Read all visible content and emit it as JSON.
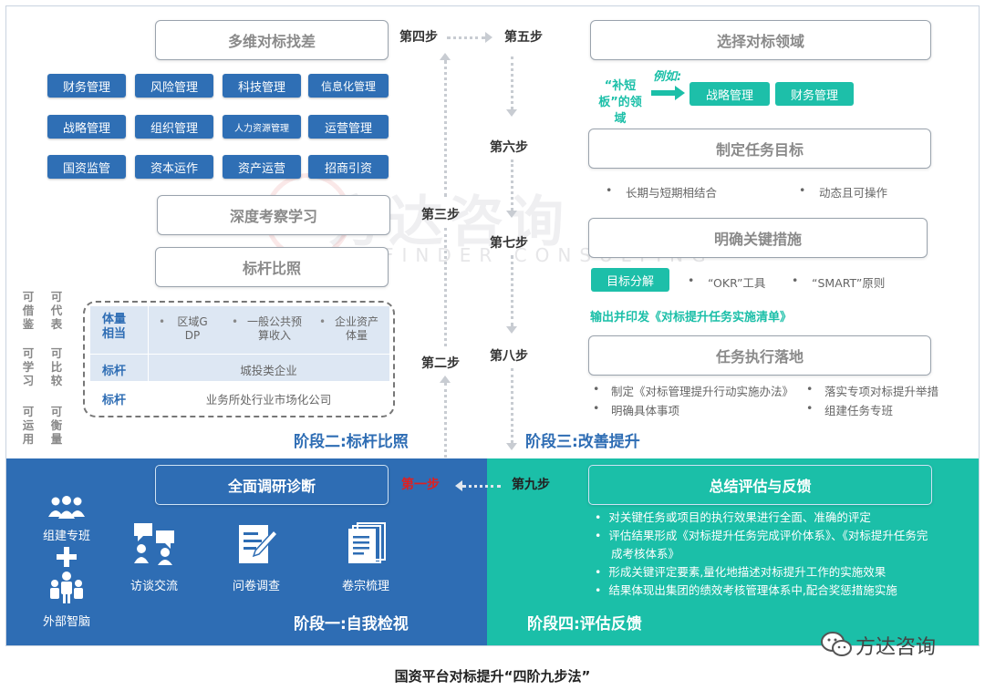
{
  "steps": {
    "s1": "第一步",
    "s2": "第二步",
    "s3": "第三步",
    "s4": "第四步",
    "s5": "第五步",
    "s6": "第六步",
    "s7": "第七步",
    "s8": "第八步",
    "s9": "第九步"
  },
  "boxes": {
    "multi_gap": "多维对标找差",
    "deep_study": "深度考察学习",
    "benchmark": "标杆比照",
    "choose_field": "选择对标领域",
    "set_goal": "制定任务目标",
    "key_measures": "明确关键措施",
    "execute": "任务执行落地",
    "survey": "全面调研诊断",
    "summary": "总结评估与反馈"
  },
  "mgmt_tags": [
    [
      "财务管理",
      "风险管理",
      "科技管理",
      "信息化管理"
    ],
    [
      "战略管理",
      "组织管理",
      "人力资源管理",
      "运营管理"
    ],
    [
      "国资监管",
      "资本运作",
      "资产运营",
      "招商引资"
    ]
  ],
  "left_side": {
    "col1": [
      "可借鉴",
      "可学习",
      "可运用"
    ],
    "col2": [
      "可代表",
      "可比较",
      "可衡量"
    ]
  },
  "bench_table": {
    "row1_label": "体量相当",
    "row1_items": [
      "区域GDP",
      "一般公共预算收入",
      "企业资产体量"
    ],
    "row2_label": "标杆",
    "row2_value": "城投类企业",
    "row3_label": "标杆",
    "row3_value": "业务所处行业市场化公司"
  },
  "field": {
    "weak": "“补短板”的领域",
    "example": "例如:",
    "tags": [
      "战略管理",
      "财务管理"
    ]
  },
  "goal_bullets": [
    "长期与短期相结合",
    "动态且可操作"
  ],
  "measures": {
    "tag": "目标分解",
    "bullets": [
      "“OKR”工具",
      "“SMART”原则"
    ],
    "output": "输出并印发《对标提升任务实施清单》"
  },
  "execute_bullets": [
    "制定《对标管理提升行动实施办法》",
    "落实专项对标提升举措",
    "明确具体事项",
    "组建任务专班"
  ],
  "stages": {
    "stage1": "阶段一:自我检视",
    "stage2": "阶段二:标杆比照",
    "stage3": "阶段三:改善提升",
    "stage4": "阶段四:评估反馈"
  },
  "stage1_icons": {
    "team": "组建专班",
    "external": "外部智脑",
    "interview": "访谈交流",
    "questionnaire": "问卷调查",
    "archive": "卷宗梳理"
  },
  "summary_bullets": [
    "对关键任务或项目的执行效果进行全面、准确的评定",
    "评估结果形成《对标提升任务完成评价体系》、《对标提升任务完",
    "成考核体系》",
    "形成关键评定要素,量化地描述对标提升工作的实施效果",
    "结果体现出集团的绩效考核管理体系中,配合奖惩措施实施"
  ],
  "brand": "方达咨询",
  "watermark": {
    "cn": "方达咨询",
    "en": "FINDER CONSULTING"
  },
  "caption": "国资平台对标提升“四阶九步法”",
  "colors": {
    "blue": "#2e6db4",
    "teal": "#1bbfa8",
    "red": "#e02020"
  }
}
